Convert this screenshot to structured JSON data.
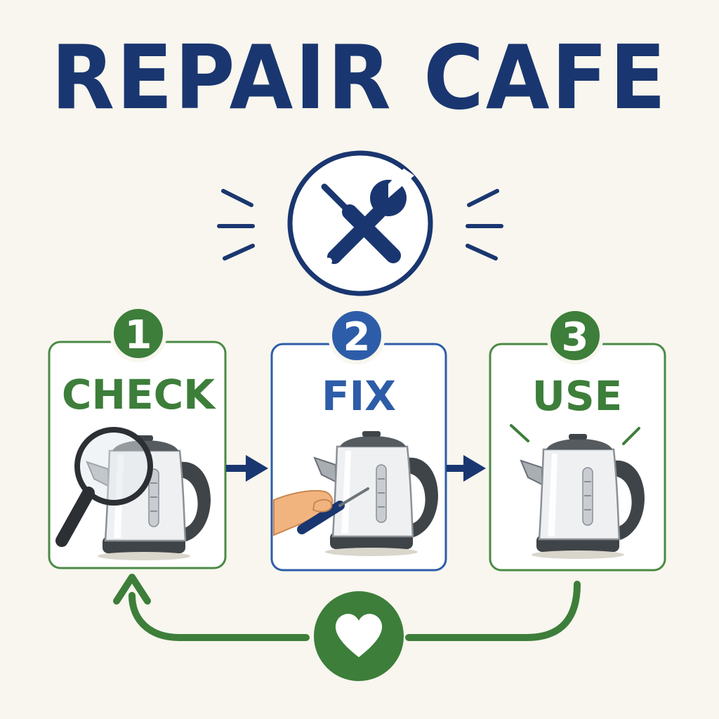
{
  "title": "REPAIR CAFE",
  "colors": {
    "background": "#f8f6ee",
    "navy": "#1a3670",
    "blue": "#2d5da8",
    "green": "#3d7e3a"
  },
  "steps": [
    {
      "number": "1",
      "label": "CHECK",
      "icon": "magnifying-glass-icon"
    },
    {
      "number": "2",
      "label": "FIX",
      "icon": "screwdriver-icon"
    },
    {
      "number": "3",
      "label": "USE",
      "icon": "kettle-icon"
    }
  ],
  "center_icon": "tools-wrench-screwdriver-icon",
  "loop_icon": "heart-icon"
}
